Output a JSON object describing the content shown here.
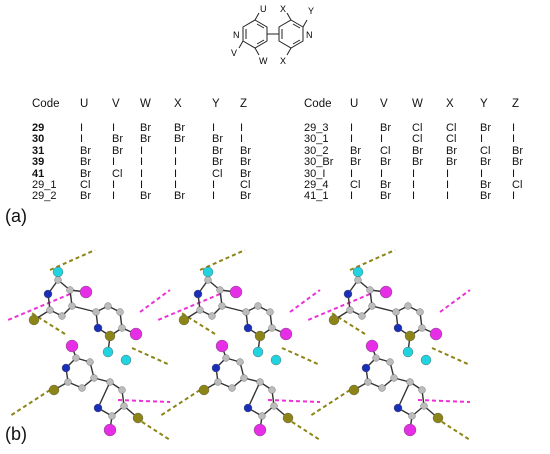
{
  "structure": {
    "substituents": [
      "U",
      "W",
      "V",
      "X",
      "Y",
      "X"
    ],
    "nitrogen_left": "N",
    "nitrogen_right": "N"
  },
  "table_left": {
    "headers": [
      "Code",
      "U",
      "V",
      "W",
      "X",
      "Y",
      "Z"
    ],
    "rows": [
      [
        "29",
        "I",
        "I",
        "Br",
        "Br",
        "I",
        "I"
      ],
      [
        "30",
        "I",
        "Br",
        "Br",
        "Br",
        "Br",
        "I"
      ],
      [
        "31",
        "Br",
        "Br",
        "I",
        "I",
        "Br",
        "Br"
      ],
      [
        "39",
        "Br",
        "I",
        "I",
        "I",
        "Br",
        "Br"
      ],
      [
        "41",
        "Br",
        "Cl",
        "I",
        "I",
        "Cl",
        "Br"
      ],
      [
        "29_1",
        "Cl",
        "I",
        "I",
        "I",
        "I",
        "Cl"
      ],
      [
        "29_2",
        "Br",
        "I",
        "Br",
        "Br",
        "I",
        "Br"
      ]
    ],
    "bold_codes": [
      "29",
      "30",
      "31",
      "39",
      "41"
    ]
  },
  "table_right": {
    "headers": [
      "Code",
      "U",
      "V",
      "W",
      "X",
      "Y",
      "Z"
    ],
    "rows": [
      [
        "29_3",
        "I",
        "Br",
        "Cl",
        "Cl",
        "Br",
        "I"
      ],
      [
        "30_1",
        "I",
        "I",
        "Cl",
        "Cl",
        "I",
        "I"
      ],
      [
        "30_2",
        "Br",
        "Cl",
        "Br",
        "Br",
        "Cl",
        "Br"
      ],
      [
        "30_Br",
        "Br",
        "Br",
        "Br",
        "Br",
        "Br",
        "Br"
      ],
      [
        "30_I",
        "I",
        "I",
        "I",
        "I",
        "I",
        "I"
      ],
      [
        "29_4",
        "Cl",
        "Br",
        "I",
        "I",
        "Br",
        "Cl"
      ],
      [
        "41_1",
        "I",
        "Br",
        "I",
        "I",
        "Br",
        "I"
      ]
    ],
    "bold_codes": []
  },
  "panels": {
    "a": "(a)",
    "b": "(b)"
  },
  "colors": {
    "iodine": "#e62ee6",
    "chlorine": "#22d3df",
    "bromine": "#8c8417",
    "nitrogen": "#1a2fb8",
    "carbon": "#bcbcbc",
    "halogen_bond_magenta": "#ee2fd8",
    "halogen_bond_olive": "#8c8417"
  }
}
